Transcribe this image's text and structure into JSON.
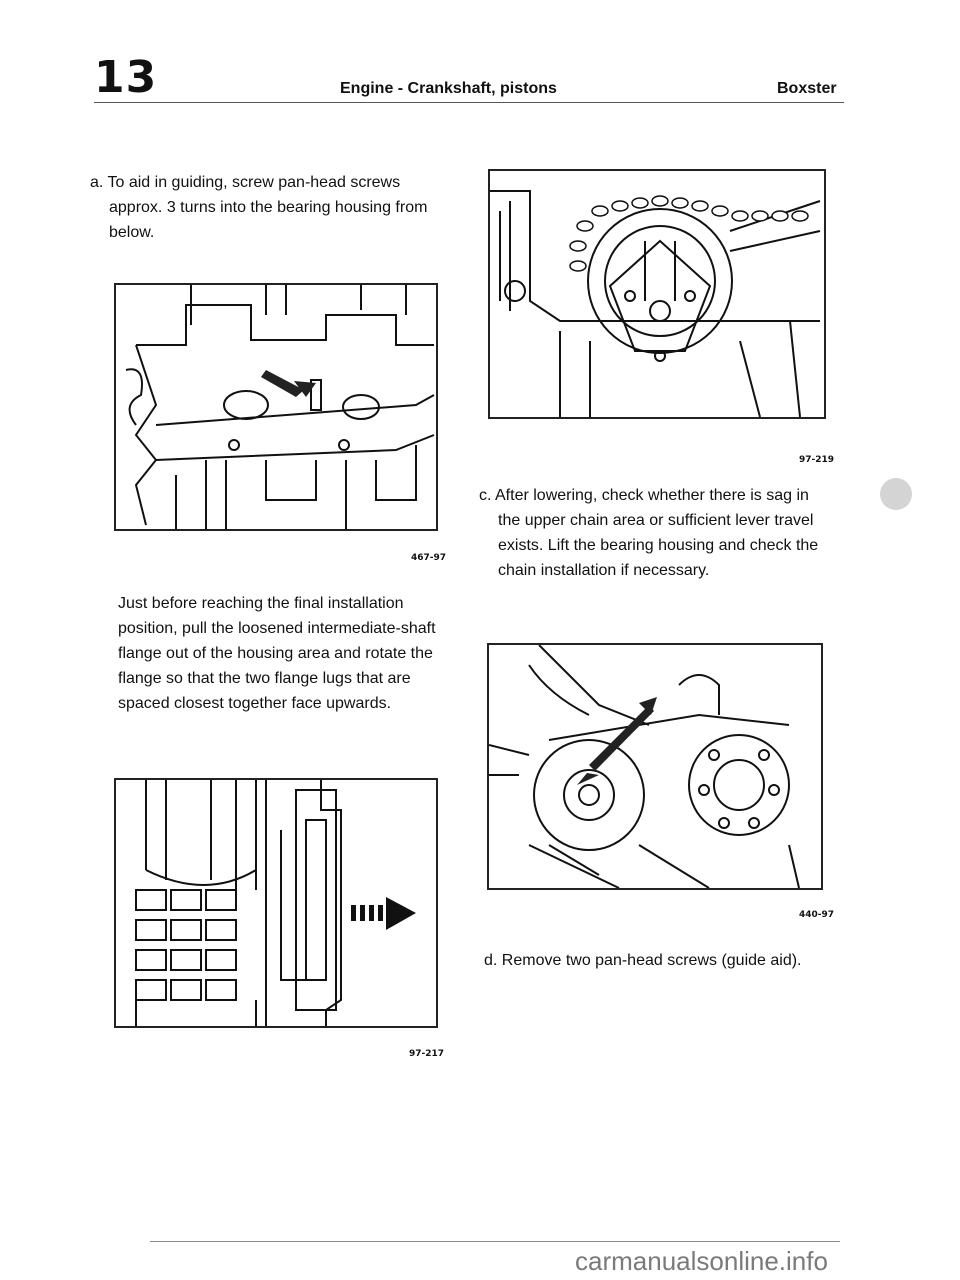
{
  "header": {
    "chapter": "13",
    "title": "Engine - Crankshaft, pistons",
    "model": "Boxster"
  },
  "left_column": {
    "step_a": {
      "line1": "a. To aid in guiding, screw pan-head screws",
      "line2": "approx. 3 turns into the bearing housing from",
      "line3": "below."
    },
    "figure1_number": "467-97",
    "step_b": {
      "line1": "Just before reaching the final installation",
      "line2": "position, pull the loosened intermediate-shaft",
      "line3": "flange out of the housing area and rotate the",
      "line4": "flange so that the two flange lugs that are",
      "line5": "spaced closest together face upwards."
    },
    "figure2_number": "97-217"
  },
  "right_column": {
    "figure3_number": "97-219",
    "step_c": {
      "line1": "c. After lowering, check whether there is sag in",
      "line2": "the upper chain area or sufficient lever travel",
      "line3": "exists. Lift the bearing housing and check the",
      "line4": "chain installation if necessary."
    },
    "figure4_number": "440-97",
    "step_d": "d. Remove two pan-head screws (guide aid)."
  },
  "footer": {
    "watermark": "carmanualsonline.info"
  }
}
